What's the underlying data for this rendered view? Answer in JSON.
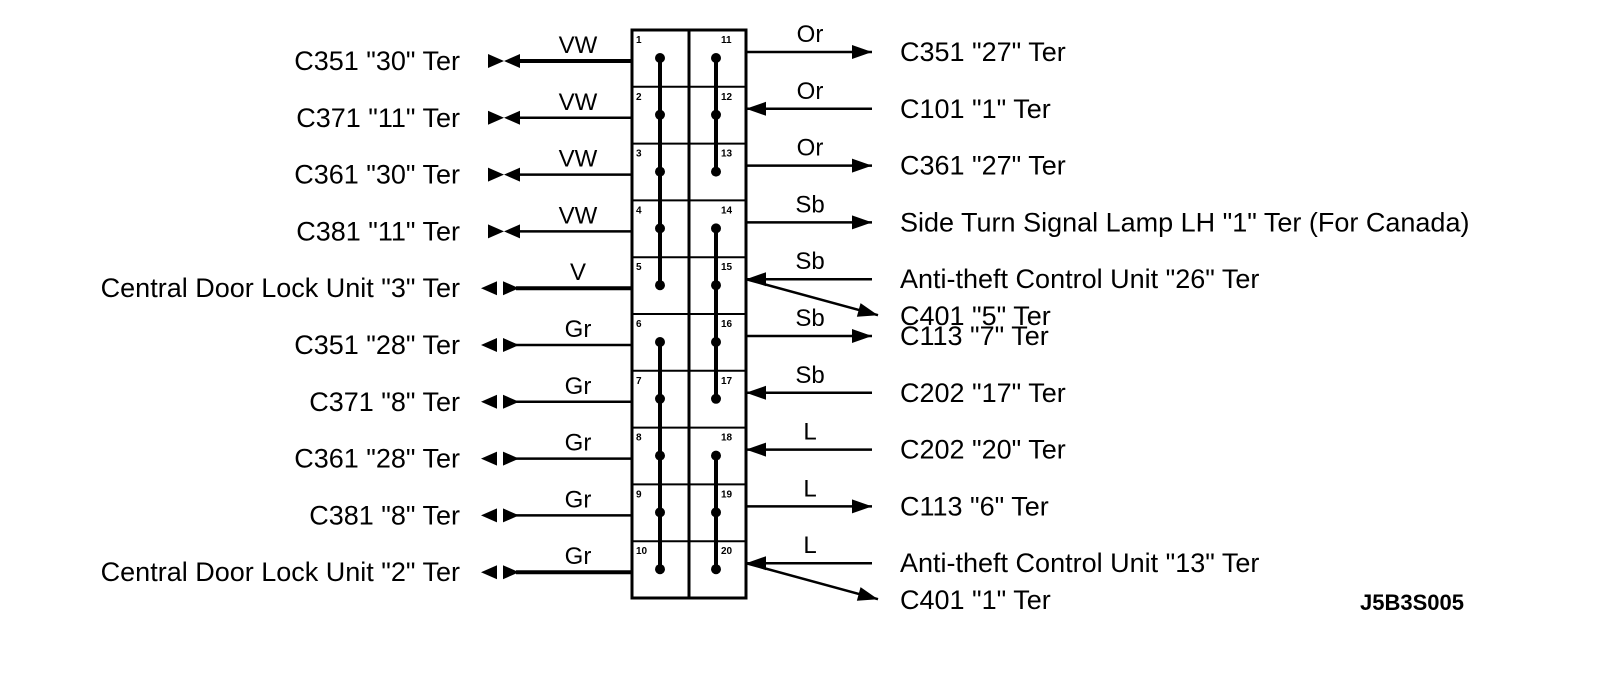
{
  "left_connections": [
    {
      "pin": "1",
      "wire": "VW",
      "label": "C351  \"30\" Ter",
      "arrow": "double-right",
      "heavy": true
    },
    {
      "pin": "2",
      "wire": "VW",
      "label": "C371  \"11\" Ter",
      "arrow": "double-right",
      "heavy": false
    },
    {
      "pin": "3",
      "wire": "VW",
      "label": "C361  \"30\" Ter",
      "arrow": "double-right",
      "heavy": false
    },
    {
      "pin": "4",
      "wire": "VW",
      "label": "C381  \"11\" Ter",
      "arrow": "double-right",
      "heavy": false
    },
    {
      "pin": "5",
      "wire": "V",
      "label": "Central Door Lock Unit   \"3\" Ter",
      "arrow": "double-left",
      "heavy": true
    },
    {
      "pin": "6",
      "wire": "Gr",
      "label": "C351  \"28\" Ter",
      "arrow": "double-left",
      "heavy": false
    },
    {
      "pin": "7",
      "wire": "Gr",
      "label": "C371  \"8\" Ter",
      "arrow": "double-left",
      "heavy": false
    },
    {
      "pin": "8",
      "wire": "Gr",
      "label": "C361  \"28\" Ter",
      "arrow": "double-left",
      "heavy": false
    },
    {
      "pin": "9",
      "wire": "Gr",
      "label": "C381  \"8\" Ter",
      "arrow": "double-left",
      "heavy": false
    },
    {
      "pin": "10",
      "wire": "Gr",
      "label": "Central Door Lock Unit  \"2\" Ter",
      "arrow": "double-left",
      "heavy": true
    }
  ],
  "right_connections": [
    {
      "pin": "11",
      "wire": "Or",
      "direction": "out",
      "labels": [
        "C351  \"27\" Ter"
      ]
    },
    {
      "pin": "12",
      "wire": "Or",
      "direction": "in",
      "labels": [
        "C101  \"1\" Ter"
      ]
    },
    {
      "pin": "13",
      "wire": "Or",
      "direction": "out",
      "labels": [
        "C361  \"27\" Ter"
      ]
    },
    {
      "pin": "14",
      "wire": "Sb",
      "direction": "out",
      "labels": [
        "Side Turn Signal Lamp LH \"1\" Ter (For Canada)"
      ]
    },
    {
      "pin": "15",
      "wire": "Sb",
      "direction": "split",
      "labels": [
        "Anti-theft Control Unit  \"26\" Ter",
        "C401  \"5\" Ter"
      ]
    },
    {
      "pin": "16",
      "wire": "Sb",
      "direction": "out",
      "labels": [
        "C113  \"7\" Ter"
      ]
    },
    {
      "pin": "17",
      "wire": "Sb",
      "direction": "in",
      "labels": [
        "C202  \"17\" Ter"
      ]
    },
    {
      "pin": "18",
      "wire": "L",
      "direction": "in",
      "labels": [
        "C202  \"20\" Ter"
      ]
    },
    {
      "pin": "19",
      "wire": "L",
      "direction": "out",
      "labels": [
        "C113  \"6\" Ter"
      ]
    },
    {
      "pin": "20",
      "wire": "L",
      "direction": "split",
      "labels": [
        "Anti-theft Control Unit  \"13\" Ter",
        "C401  \"1\" Ter"
      ]
    }
  ],
  "left_jumpers": [
    [
      "1",
      "5"
    ],
    [
      "6",
      "10"
    ]
  ],
  "right_jumpers": [
    [
      "11",
      "13"
    ],
    [
      "14",
      "17"
    ],
    [
      "18",
      "20"
    ]
  ],
  "diagram_code": "J5B3S005",
  "line_color": "#000000",
  "background_color": "#ffffff"
}
